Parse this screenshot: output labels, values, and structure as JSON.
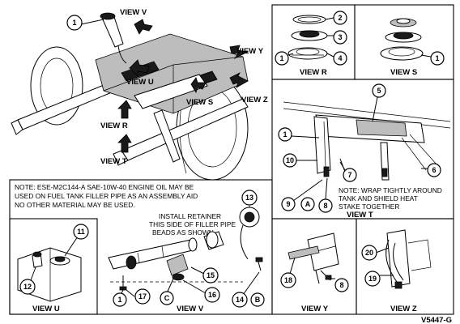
{
  "figure_code": "V5447-G",
  "views": {
    "v_top": "VIEW V",
    "y_top": "VIEW Y",
    "z_top": "VIEW Z",
    "u_top": "VIEW U",
    "s_top": "VIEW S",
    "r_top": "VIEW R",
    "t_top": "VIEW T",
    "r_panel": "VIEW R",
    "s_panel": "VIEW S",
    "t_panel": "VIEW T",
    "u_panel": "VIEW U",
    "v_panel": "VIEW V",
    "y_panel": "VIEW Y",
    "z_panel": "VIEW Z"
  },
  "notes": {
    "oil_line1": "NOTE: ESE-M2C144-A SAE-10W-40 ENGINE OIL MAY BE",
    "oil_line2": "USED ON FUEL TANK FILLER PIPE AS AN ASSEMBLY AID",
    "oil_line3": "NO OTHER MATERIAL MAY BE USED.",
    "retainer_line1": "INSTALL RETAINER",
    "retainer_line2": "THIS SIDE OF FILLER PIPE",
    "retainer_line3": "BEADS AS SHOWN",
    "wrap_line1": "NOTE: WRAP TIGHTLY AROUND",
    "wrap_line2": "TANK AND SHIELD HEAT",
    "wrap_line3": "STAKE TOGETHER"
  },
  "callouts": {
    "c1_main": "1",
    "c2_r": "2",
    "c3_r": "3",
    "c4_r": "4",
    "c1_r": "1",
    "c1_s": "1",
    "c5_t": "5",
    "c1_t": "1",
    "c10_t": "10",
    "c7_t": "7",
    "c6_t": "6",
    "c9_t": "9",
    "cA_t": "A",
    "c8_t": "8",
    "c13_v": "13",
    "c11_u": "11",
    "c12_u": "12",
    "c15_v": "15",
    "c16_v": "16",
    "c14_v": "14",
    "cB_v": "B",
    "c1_v": "1",
    "c17_v": "17",
    "cC_v": "C",
    "c18_y": "18",
    "c8_y": "8",
    "c20_z": "20",
    "c19_z": "19"
  }
}
